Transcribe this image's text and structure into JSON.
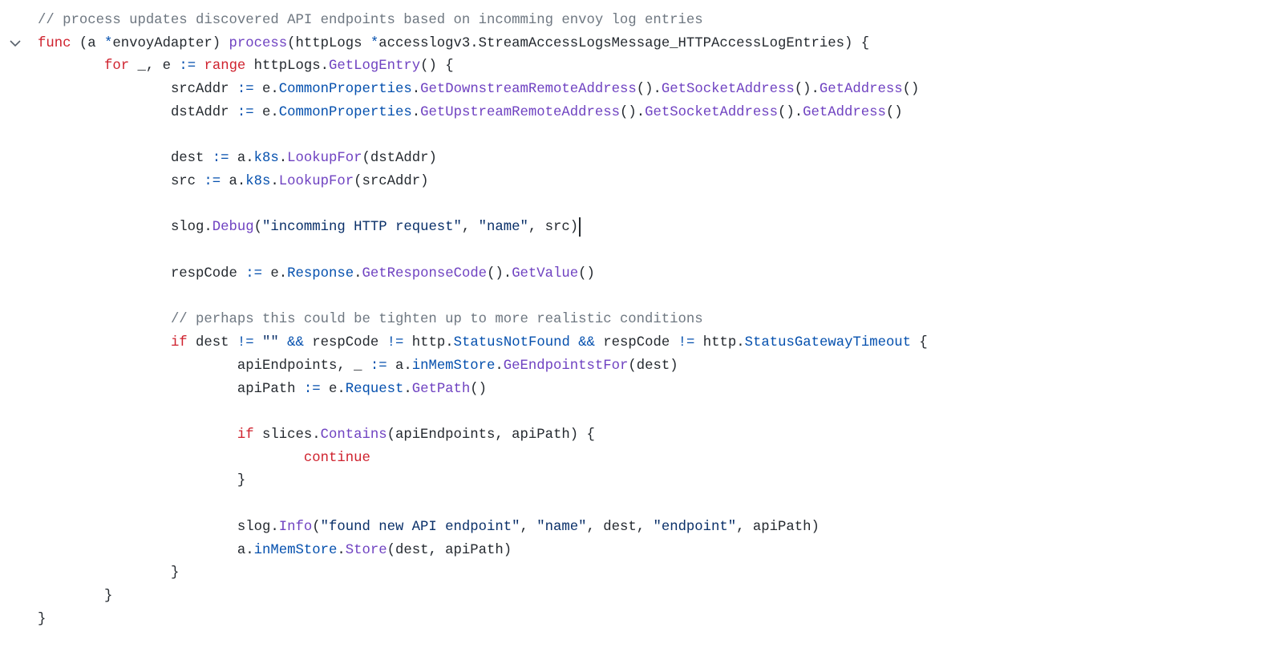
{
  "editor": {
    "colors": {
      "keyword": "#cf222e",
      "function": "#6f42c1",
      "property": "#0550ae",
      "operator": "#0550ae",
      "string": "#0a3069",
      "comment": "#6e7781",
      "text": "#24292f"
    },
    "fold_icon": "chevron-down-icon",
    "cursor_line": 9,
    "lines": [
      {
        "indent": 0,
        "tokens": [
          {
            "t": "c",
            "v": "// process updates discovered API endpoints based on incomming envoy log entries"
          }
        ]
      },
      {
        "indent": 0,
        "tokens": [
          {
            "t": "k",
            "v": "func"
          },
          {
            "t": "t",
            "v": " (a "
          },
          {
            "t": "o",
            "v": "*"
          },
          {
            "t": "t",
            "v": "envoyAdapter) "
          },
          {
            "t": "f",
            "v": "process"
          },
          {
            "t": "t",
            "v": "(httpLogs "
          },
          {
            "t": "o",
            "v": "*"
          },
          {
            "t": "t",
            "v": "accesslogv3.StreamAccessLogsMessage_HTTPAccessLogEntries) {"
          }
        ]
      },
      {
        "indent": 1,
        "tokens": [
          {
            "t": "k",
            "v": "for"
          },
          {
            "t": "t",
            "v": " _, e "
          },
          {
            "t": "o",
            "v": ":="
          },
          {
            "t": "t",
            "v": " "
          },
          {
            "t": "k",
            "v": "range"
          },
          {
            "t": "t",
            "v": " httpLogs."
          },
          {
            "t": "f",
            "v": "GetLogEntry"
          },
          {
            "t": "t",
            "v": "() {"
          }
        ]
      },
      {
        "indent": 2,
        "tokens": [
          {
            "t": "t",
            "v": "srcAddr "
          },
          {
            "t": "o",
            "v": ":="
          },
          {
            "t": "t",
            "v": " e."
          },
          {
            "t": "p",
            "v": "CommonProperties"
          },
          {
            "t": "t",
            "v": "."
          },
          {
            "t": "f",
            "v": "GetDownstreamRemoteAddress"
          },
          {
            "t": "t",
            "v": "()."
          },
          {
            "t": "f",
            "v": "GetSocketAddress"
          },
          {
            "t": "t",
            "v": "()."
          },
          {
            "t": "f",
            "v": "GetAddress"
          },
          {
            "t": "t",
            "v": "()"
          }
        ]
      },
      {
        "indent": 2,
        "tokens": [
          {
            "t": "t",
            "v": "dstAddr "
          },
          {
            "t": "o",
            "v": ":="
          },
          {
            "t": "t",
            "v": " e."
          },
          {
            "t": "p",
            "v": "CommonProperties"
          },
          {
            "t": "t",
            "v": "."
          },
          {
            "t": "f",
            "v": "GetUpstreamRemoteAddress"
          },
          {
            "t": "t",
            "v": "()."
          },
          {
            "t": "f",
            "v": "GetSocketAddress"
          },
          {
            "t": "t",
            "v": "()."
          },
          {
            "t": "f",
            "v": "GetAddress"
          },
          {
            "t": "t",
            "v": "()"
          }
        ]
      },
      {
        "indent": 0,
        "tokens": []
      },
      {
        "indent": 2,
        "tokens": [
          {
            "t": "t",
            "v": "dest "
          },
          {
            "t": "o",
            "v": ":="
          },
          {
            "t": "t",
            "v": " a."
          },
          {
            "t": "p",
            "v": "k8s"
          },
          {
            "t": "t",
            "v": "."
          },
          {
            "t": "f",
            "v": "LookupFor"
          },
          {
            "t": "t",
            "v": "(dstAddr)"
          }
        ]
      },
      {
        "indent": 2,
        "tokens": [
          {
            "t": "t",
            "v": "src "
          },
          {
            "t": "o",
            "v": ":="
          },
          {
            "t": "t",
            "v": " a."
          },
          {
            "t": "p",
            "v": "k8s"
          },
          {
            "t": "t",
            "v": "."
          },
          {
            "t": "f",
            "v": "LookupFor"
          },
          {
            "t": "t",
            "v": "(srcAddr)"
          }
        ]
      },
      {
        "indent": 0,
        "tokens": []
      },
      {
        "indent": 2,
        "tokens": [
          {
            "t": "t",
            "v": "slog."
          },
          {
            "t": "f",
            "v": "Debug"
          },
          {
            "t": "t",
            "v": "("
          },
          {
            "t": "s",
            "v": "\"incomming HTTP request\""
          },
          {
            "t": "t",
            "v": ", "
          },
          {
            "t": "s",
            "v": "\"name\""
          },
          {
            "t": "t",
            "v": ", src)"
          }
        ]
      },
      {
        "indent": 0,
        "tokens": []
      },
      {
        "indent": 2,
        "tokens": [
          {
            "t": "t",
            "v": "respCode "
          },
          {
            "t": "o",
            "v": ":="
          },
          {
            "t": "t",
            "v": " e."
          },
          {
            "t": "p",
            "v": "Response"
          },
          {
            "t": "t",
            "v": "."
          },
          {
            "t": "f",
            "v": "GetResponseCode"
          },
          {
            "t": "t",
            "v": "()."
          },
          {
            "t": "f",
            "v": "GetValue"
          },
          {
            "t": "t",
            "v": "()"
          }
        ]
      },
      {
        "indent": 0,
        "tokens": []
      },
      {
        "indent": 2,
        "tokens": [
          {
            "t": "c",
            "v": "// perhaps this could be tighten up to more realistic conditions"
          }
        ]
      },
      {
        "indent": 2,
        "tokens": [
          {
            "t": "k",
            "v": "if"
          },
          {
            "t": "t",
            "v": " dest "
          },
          {
            "t": "o",
            "v": "!="
          },
          {
            "t": "t",
            "v": " "
          },
          {
            "t": "s",
            "v": "\"\""
          },
          {
            "t": "t",
            "v": " "
          },
          {
            "t": "o",
            "v": "&&"
          },
          {
            "t": "t",
            "v": " respCode "
          },
          {
            "t": "o",
            "v": "!="
          },
          {
            "t": "t",
            "v": " http."
          },
          {
            "t": "p",
            "v": "StatusNotFound"
          },
          {
            "t": "t",
            "v": " "
          },
          {
            "t": "o",
            "v": "&&"
          },
          {
            "t": "t",
            "v": " respCode "
          },
          {
            "t": "o",
            "v": "!="
          },
          {
            "t": "t",
            "v": " http."
          },
          {
            "t": "p",
            "v": "StatusGatewayTimeout"
          },
          {
            "t": "t",
            "v": " {"
          }
        ]
      },
      {
        "indent": 3,
        "tokens": [
          {
            "t": "t",
            "v": "apiEndpoints, _ "
          },
          {
            "t": "o",
            "v": ":="
          },
          {
            "t": "t",
            "v": " a."
          },
          {
            "t": "p",
            "v": "inMemStore"
          },
          {
            "t": "t",
            "v": "."
          },
          {
            "t": "f",
            "v": "GeEndpointstFor"
          },
          {
            "t": "t",
            "v": "(dest)"
          }
        ]
      },
      {
        "indent": 3,
        "tokens": [
          {
            "t": "t",
            "v": "apiPath "
          },
          {
            "t": "o",
            "v": ":="
          },
          {
            "t": "t",
            "v": " e."
          },
          {
            "t": "p",
            "v": "Request"
          },
          {
            "t": "t",
            "v": "."
          },
          {
            "t": "f",
            "v": "GetPath"
          },
          {
            "t": "t",
            "v": "()"
          }
        ]
      },
      {
        "indent": 0,
        "tokens": []
      },
      {
        "indent": 3,
        "tokens": [
          {
            "t": "k",
            "v": "if"
          },
          {
            "t": "t",
            "v": " slices."
          },
          {
            "t": "f",
            "v": "Contains"
          },
          {
            "t": "t",
            "v": "(apiEndpoints, apiPath) {"
          }
        ]
      },
      {
        "indent": 4,
        "tokens": [
          {
            "t": "k",
            "v": "continue"
          }
        ]
      },
      {
        "indent": 3,
        "tokens": [
          {
            "t": "t",
            "v": "}"
          }
        ]
      },
      {
        "indent": 0,
        "tokens": []
      },
      {
        "indent": 3,
        "tokens": [
          {
            "t": "t",
            "v": "slog."
          },
          {
            "t": "f",
            "v": "Info"
          },
          {
            "t": "t",
            "v": "("
          },
          {
            "t": "s",
            "v": "\"found new API endpoint\""
          },
          {
            "t": "t",
            "v": ", "
          },
          {
            "t": "s",
            "v": "\"name\""
          },
          {
            "t": "t",
            "v": ", dest, "
          },
          {
            "t": "s",
            "v": "\"endpoint\""
          },
          {
            "t": "t",
            "v": ", apiPath)"
          }
        ]
      },
      {
        "indent": 3,
        "tokens": [
          {
            "t": "t",
            "v": "a."
          },
          {
            "t": "p",
            "v": "inMemStore"
          },
          {
            "t": "t",
            "v": "."
          },
          {
            "t": "f",
            "v": "Store"
          },
          {
            "t": "t",
            "v": "(dest, apiPath)"
          }
        ]
      },
      {
        "indent": 2,
        "tokens": [
          {
            "t": "t",
            "v": "}"
          }
        ]
      },
      {
        "indent": 1,
        "tokens": [
          {
            "t": "t",
            "v": "}"
          }
        ]
      },
      {
        "indent": 0,
        "tokens": [
          {
            "t": "t",
            "v": "}"
          }
        ]
      }
    ]
  }
}
